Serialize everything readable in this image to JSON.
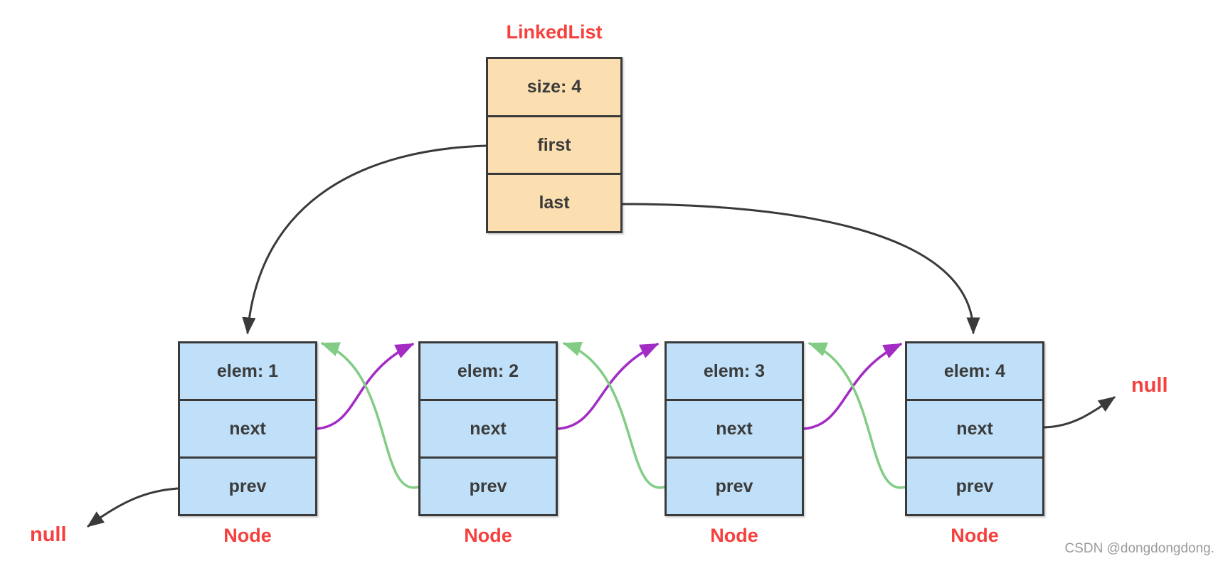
{
  "diagram": {
    "title": "LinkedList",
    "linkedlist": {
      "cells": [
        "size: 4",
        "first",
        "last"
      ]
    },
    "nodes": [
      {
        "label": "Node",
        "cells": [
          "elem: 1",
          "next",
          "prev"
        ]
      },
      {
        "label": "Node",
        "cells": [
          "elem: 2",
          "next",
          "prev"
        ]
      },
      {
        "label": "Node",
        "cells": [
          "elem: 3",
          "next",
          "prev"
        ]
      },
      {
        "label": "Node",
        "cells": [
          "elem: 4",
          "next",
          "prev"
        ]
      }
    ],
    "null_labels": {
      "left": "null",
      "right": "null"
    },
    "edges": [
      {
        "from": "linkedlist.first",
        "to": "node-1",
        "color": "black"
      },
      {
        "from": "linkedlist.last",
        "to": "node-4",
        "color": "black"
      },
      {
        "from": "node-1.next",
        "to": "node-2",
        "color": "purple"
      },
      {
        "from": "node-2.next",
        "to": "node-3",
        "color": "purple"
      },
      {
        "from": "node-3.next",
        "to": "node-4",
        "color": "purple"
      },
      {
        "from": "node-2.prev",
        "to": "node-1",
        "color": "green"
      },
      {
        "from": "node-3.prev",
        "to": "node-2",
        "color": "green"
      },
      {
        "from": "node-4.prev",
        "to": "node-3",
        "color": "green"
      },
      {
        "from": "node-1.prev",
        "to": "null-left",
        "color": "black"
      },
      {
        "from": "node-4.next",
        "to": "null-right",
        "color": "black"
      }
    ]
  },
  "watermark": "CSDN @dongdongdong.",
  "colors": {
    "label_red": "#f5403e",
    "next_pointer_purple": "#a32cc4",
    "prev_pointer_green": "#82cc85",
    "arrow_black": "#3a3a3a",
    "linkedlist_fill": "#fbdfb0",
    "node_fill": "#bfe0f8",
    "border": "#3a3a3a",
    "cell_text": "#3b3b3b",
    "watermark_gray": "#9b9b9b"
  }
}
